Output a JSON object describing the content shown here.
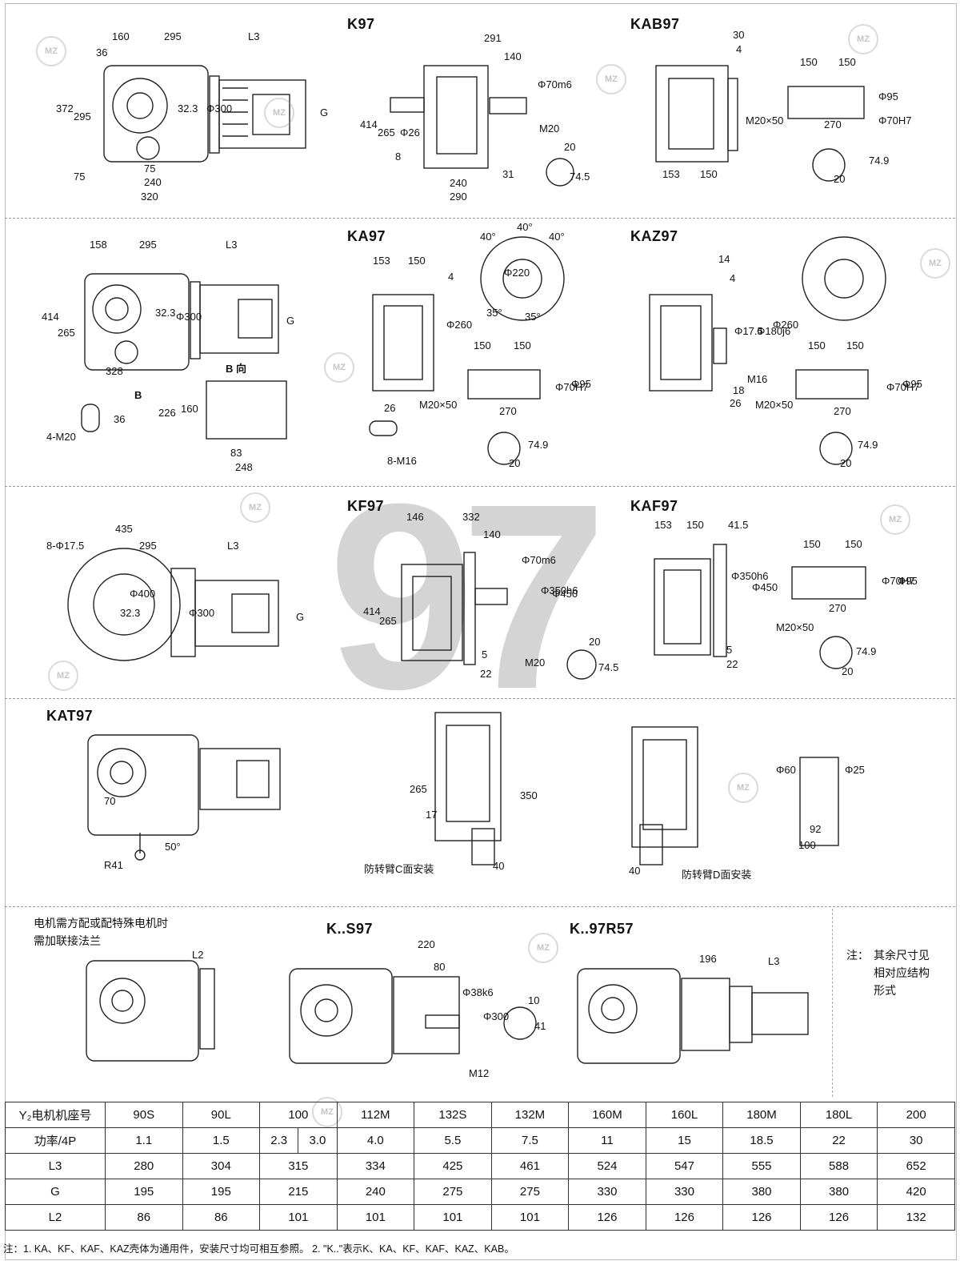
{
  "big_numeral": "97",
  "titles": {
    "k97": "K97",
    "kab97": "KAB97",
    "ka97": "KA97",
    "kaz97": "KAZ97",
    "kf97": "KF97",
    "kaf97": "KAF97",
    "kat97": "KAT97",
    "ks97": "K..S97",
    "kr57": "K..97R57"
  },
  "captions": {
    "b_view": "B 向",
    "b_label": "B",
    "c_mount": "防转臂C面安装",
    "d_mount": "防转臂D面安装"
  },
  "motor_note": [
    "电机需方配或配特殊电机时",
    "需加联接法兰"
  ],
  "side_note": {
    "prefix": "注：",
    "lines": [
      "其余尺寸见",
      "相对应结构",
      "形式"
    ]
  },
  "table": {
    "rows": [
      {
        "label": "Y₂电机机座号",
        "cells": [
          "90S",
          "90L",
          "100",
          "112M",
          "132S",
          "132M",
          "160M",
          "160L",
          "180M",
          "180L",
          "200"
        ]
      },
      {
        "label": "功率/4P",
        "cells": [
          "1.1",
          "1.5",
          [
            "2.3",
            "3.0"
          ],
          "4.0",
          "5.5",
          "7.5",
          "11",
          "15",
          "18.5",
          "22",
          "30"
        ]
      },
      {
        "label": "L3",
        "cells": [
          "280",
          "304",
          "315",
          "334",
          "425",
          "461",
          "524",
          "547",
          "555",
          "588",
          "652"
        ]
      },
      {
        "label": "G",
        "cells": [
          "195",
          "195",
          "215",
          "240",
          "275",
          "275",
          "330",
          "330",
          "380",
          "380",
          "420"
        ]
      },
      {
        "label": "L2",
        "cells": [
          "86",
          "86",
          "101",
          "101",
          "101",
          "101",
          "126",
          "126",
          "126",
          "126",
          "132"
        ]
      }
    ]
  },
  "footnote": "注：1. KA、KF、KAF、KAZ壳体为通用件，安装尺寸均可相互参照。    2. \"K..\"表示K、KA、KF、KAF、KAZ、KAB。",
  "dims": {
    "r1a": [
      "160",
      "295",
      "L3",
      "36",
      "372",
      "295",
      "32.3",
      "Φ300",
      "G",
      "75",
      "75",
      "240",
      "320"
    ],
    "r1b": [
      "291",
      "140",
      "Φ70m6",
      "414",
      "265",
      "Φ26",
      "8",
      "M20",
      "20",
      "74.5",
      "31",
      "240",
      "290"
    ],
    "r1c": [
      "30",
      "4",
      "150",
      "150",
      "Φ95",
      "Φ70H7",
      "M20×50",
      "270",
      "153",
      "150",
      "74.9",
      "20"
    ],
    "r2a": [
      "158",
      "295",
      "L3",
      "414",
      "265",
      "32.3",
      "Φ300",
      "G",
      "328",
      "4-M20",
      "36",
      "226",
      "160",
      "83",
      "248"
    ],
    "r2b": [
      "153",
      "150",
      "4",
      "Φ260",
      "40°",
      "40°",
      "40°",
      "Φ220",
      "35°",
      "35°",
      "150",
      "150",
      "Φ70H7",
      "Φ95",
      "M20×50",
      "270",
      "26",
      "8-M16",
      "74.9",
      "20"
    ],
    "r2c": [
      "14",
      "4",
      "Φ17.5",
      "Φ180j6",
      "Φ260",
      "M16",
      "18",
      "26",
      "150",
      "150",
      "Φ70H7",
      "Φ95",
      "M20×50",
      "270",
      "74.9",
      "20"
    ],
    "r3a": [
      "435",
      "8-Φ17.5",
      "295",
      "L3",
      "Φ400",
      "32.3",
      "Φ300",
      "G"
    ],
    "r3b": [
      "146",
      "332",
      "140",
      "Φ70m6",
      "Φ350h6",
      "Φ450",
      "414",
      "265",
      "5",
      "22",
      "M20",
      "20",
      "74.5"
    ],
    "r3c": [
      "153",
      "150",
      "41.5",
      "Φ350h6",
      "Φ450",
      "150",
      "150",
      "Φ70H7",
      "Φ95",
      "270",
      "M20×50",
      "5",
      "22",
      "74.9",
      "20"
    ],
    "r4": [
      "70",
      "50°",
      "R41",
      "265",
      "17",
      "350",
      "40",
      "40",
      "Φ60",
      "Φ25",
      "92",
      "100"
    ],
    "r5": [
      "L2",
      "220",
      "80",
      "Φ38k6",
      "Φ300",
      "M12",
      "10",
      "41",
      "196",
      "L3"
    ]
  }
}
